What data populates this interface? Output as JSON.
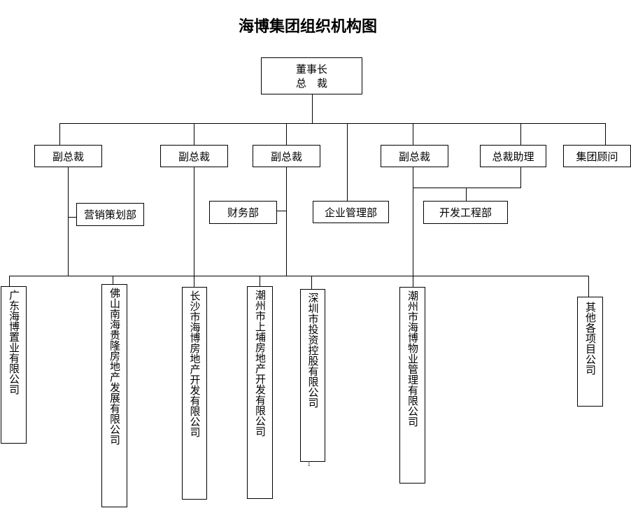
{
  "title": "海博集团组织机构图",
  "top": {
    "line1": "董事长",
    "line2": "总　裁"
  },
  "level2": [
    "副总裁",
    "副总裁",
    "副总裁",
    "副总裁",
    "总裁助理",
    "集团顾问"
  ],
  "departments": [
    "营销策划部",
    "财务部",
    "企业管理部",
    "开发工程部"
  ],
  "companies": [
    "广东海博置业有限公司",
    "佛山南海贵隆房地产发展有限公司",
    "长沙市海博房地产开发有限公司",
    "潮州市上埔房地产开发有限公司",
    "深圳市投资控股有限公司",
    "潮州市海博物业管理有限公司",
    "其他各项目公司"
  ],
  "page_number": "1"
}
